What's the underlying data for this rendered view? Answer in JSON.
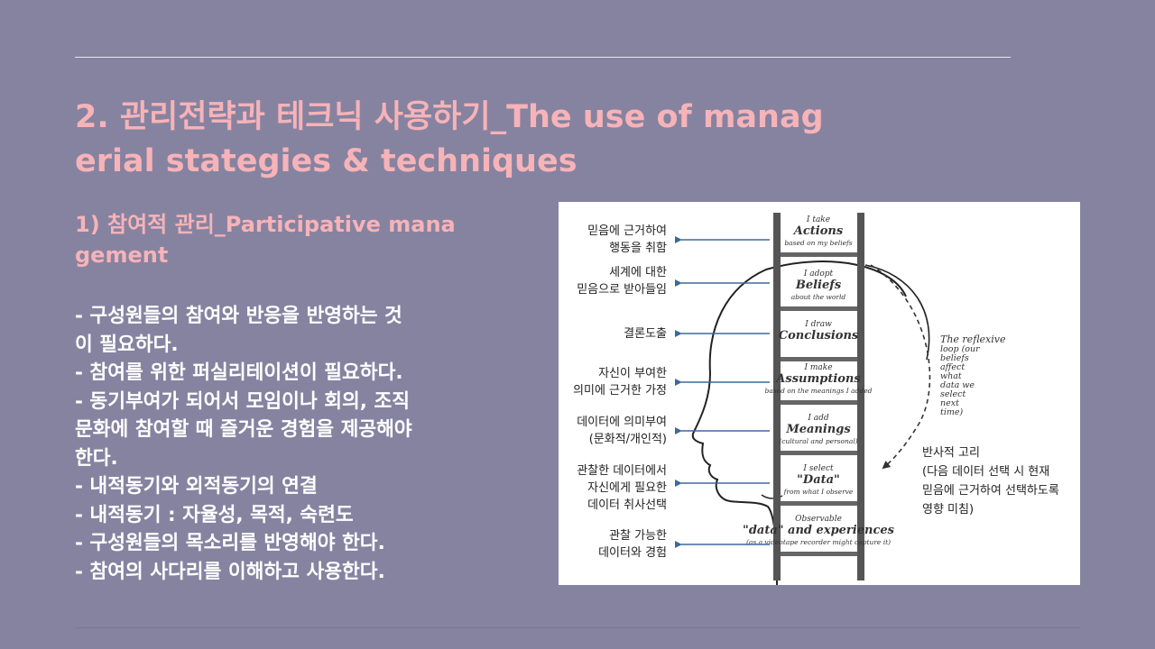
{
  "slide": {
    "title": "2. 관리전략과 테크닉 사용하기_The use of manag\nerial stategies & techniques",
    "subtitle": "1) 참여적 관리_Participative mana\ngement",
    "bullets": [
      "- 구성원들의 참여와 반응을 반영하는 것\n이 필요하다.",
      "- 참여를 위한 퍼실리테이션이 필요하다.",
      "- 동기부여가 되어서 모임이나 회의, 조직\n문화에 참여할 때 즐거운 경험을 제공해야\n한다.",
      "- 내적동기와 외적동기의 연결",
      "- 내적동기 : 자율성, 목적, 숙련도",
      "- 구성원들의 목소리를 반영해야 한다.",
      "- 참여의 사다리를 이해하고 사용한다."
    ]
  },
  "figure": {
    "left_labels": [
      [
        "믿음에 근거하여",
        "행동을 취함"
      ],
      [
        "세계에 대한",
        "믿음으로 받아들임"
      ],
      [
        "결론도출"
      ],
      [
        "자신이 부여한",
        "의미에 근거한 가정"
      ],
      [
        "데이터에 의미부여",
        "(문화적/개인적)"
      ],
      [
        "관찰한 데이터에서",
        "자신에게 필요한",
        "데이터 취사선택"
      ],
      [
        "관찰 가능한",
        "데이터와 경험"
      ]
    ],
    "rungs": [
      [
        "I take",
        "Actions",
        "based on my beliefs"
      ],
      [
        "I adopt",
        "Beliefs",
        "about the world"
      ],
      [
        "I draw",
        "Conclusions"
      ],
      [
        "I make",
        "Assumptions",
        "based on the meanings I added"
      ],
      [
        "I add",
        "Meanings",
        "(cultural and personal)"
      ],
      [
        "I select",
        "\"Data\"",
        "from what I observe"
      ],
      [
        "Observable",
        "\"data\" and experiences",
        "(as a videotape recorder might capture it)"
      ]
    ],
    "reflexive_loop": [
      "The reflexive",
      "loop (our",
      "beliefs",
      "affect",
      "what",
      "data we",
      "select",
      "next",
      "time)"
    ],
    "right_caption": [
      "반사적 고리",
      "(다음 데이터 선택 시 현재",
      "믿음에 근거하여 선택하도록",
      "영향 미침)"
    ]
  }
}
